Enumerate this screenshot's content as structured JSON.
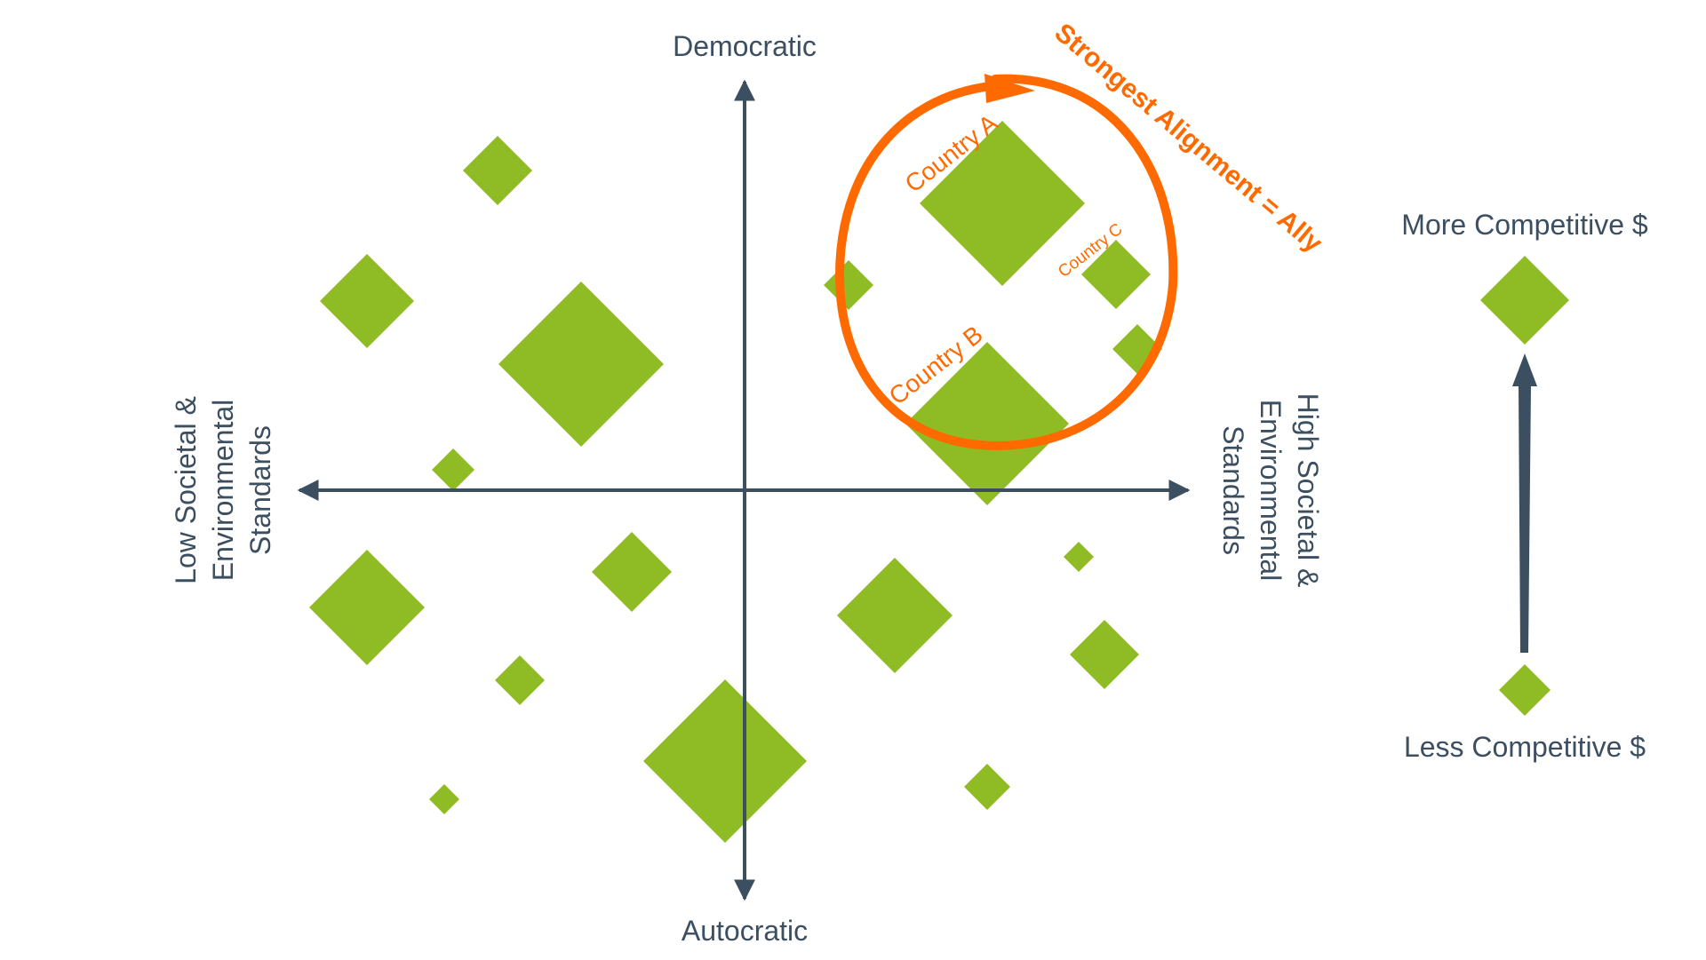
{
  "colors": {
    "marker": "#8fbc24",
    "axis": "#3c4f61",
    "highlight": "#ff6a00"
  },
  "axes": {
    "top_label": "Democratic",
    "bottom_label": "Autocratic",
    "left_label_lines": [
      "Low Societal &",
      "Environmental",
      "Standards"
    ],
    "right_label_lines": [
      "High Societal &",
      "Environmental",
      "Standards"
    ]
  },
  "callout": {
    "text": "Strongest Alignment = Ally",
    "country_a": "Country A",
    "country_b": "Country B",
    "country_c": "Country C"
  },
  "legend": {
    "top_label": "More Competitive $",
    "bottom_label": "Less Competitive $"
  },
  "markers": [
    {
      "name": "marker-upper-left-small"
    },
    {
      "name": "marker-upper-left-medium"
    },
    {
      "name": "marker-upper-left-large"
    },
    {
      "name": "marker-left-tiny"
    },
    {
      "name": "marker-lower-left-medium"
    },
    {
      "name": "marker-lower-left-center"
    },
    {
      "name": "marker-lower-left-small"
    },
    {
      "name": "marker-lower-left-tiny"
    },
    {
      "name": "marker-bottom-center-large"
    },
    {
      "name": "marker-lower-right-medium"
    },
    {
      "name": "marker-lower-right-tiny"
    },
    {
      "name": "marker-lower-right-small"
    },
    {
      "name": "marker-lower-right-bottom"
    },
    {
      "name": "marker-near-circle-left"
    },
    {
      "name": "marker-country-a"
    },
    {
      "name": "marker-country-b"
    },
    {
      "name": "marker-country-c"
    },
    {
      "name": "marker-circle-edge-right"
    }
  ]
}
